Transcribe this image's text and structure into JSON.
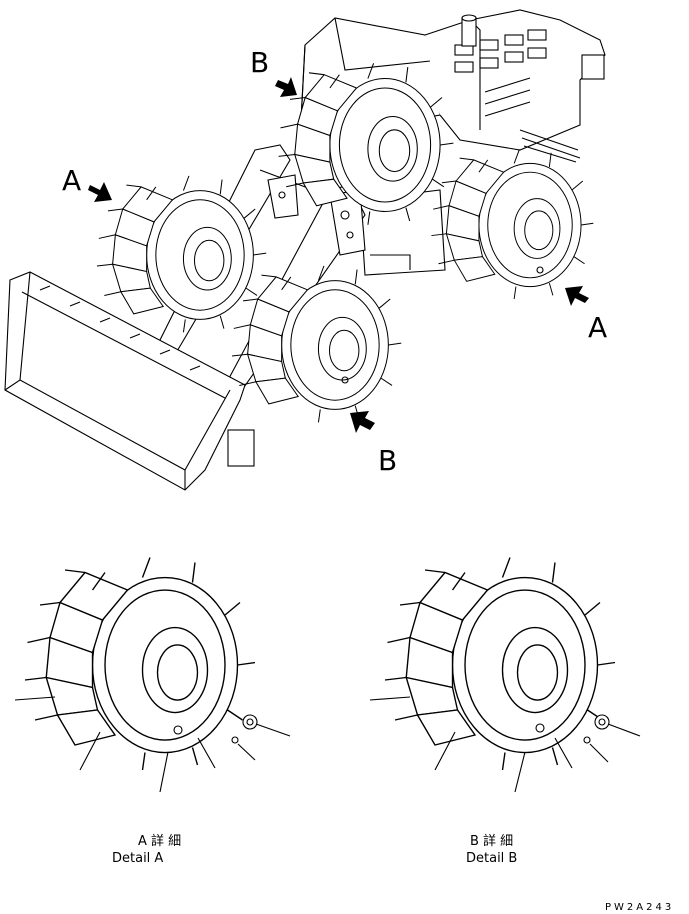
{
  "labels": {
    "a_left": "A",
    "a_right": "A",
    "b_top": "B",
    "b_bottom": "B"
  },
  "details": {
    "a_jp": "A 詳 細",
    "a_en": "Detail A",
    "b_jp": "B 詳 細",
    "b_en": "Detail B"
  },
  "part_code": "PW2A243",
  "colors": {
    "line": "#000000",
    "background": "#ffffff"
  }
}
